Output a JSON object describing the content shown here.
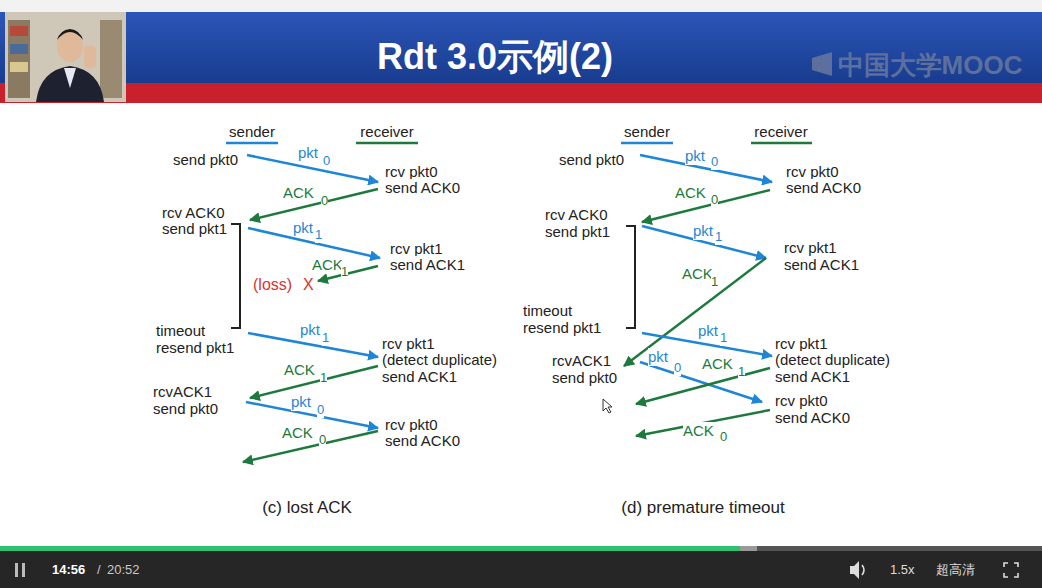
{
  "diagram": {
    "title": "Rdt 3.0示例(2)",
    "labels": [
      "中国大学MOOC",
      "sender",
      "receiver",
      "send pkt0",
      "pkt",
      "0",
      "rcv pkt0",
      "send ACK0",
      "ACK",
      "0",
      "rcv ACK0",
      "send pkt1",
      "pkt",
      "1",
      "rcv pkt1",
      "send ACK1",
      "ACK",
      "1",
      "(loss)",
      "X",
      "timeout",
      "resend pkt1",
      "pkt",
      "1",
      "rcv pkt1",
      "(detect duplicate)",
      "send ACK1",
      "ACK",
      "1",
      "rcvACK1",
      "send pkt0",
      "pkt",
      "0",
      "rcv pkt0",
      "send ACK0",
      "ACK",
      "0",
      "(c) lost ACK",
      "sender",
      "receiver",
      "send pkt0",
      "pkt",
      "0",
      "rcv pkt0",
      "send ACK0",
      "ACK",
      "0",
      "rcv ACK0",
      "send pkt1",
      "pkt",
      "1",
      "rcv pkt1",
      "send ACK1",
      "ACK",
      "1",
      "timeout",
      "resend pkt1",
      "pkt",
      "1",
      "rcv pkt1",
      "(detect duplicate)",
      "send ACK1",
      "rcvACK1",
      "send pkt0",
      "pkt",
      "0",
      "ACK",
      "1",
      "rcv pkt0",
      "send ACK0",
      "ACK",
      "0",
      "(d) premature timeout",
      "14:56",
      "/",
      "20:52",
      "1.5x",
      "超高清"
    ]
  }
}
